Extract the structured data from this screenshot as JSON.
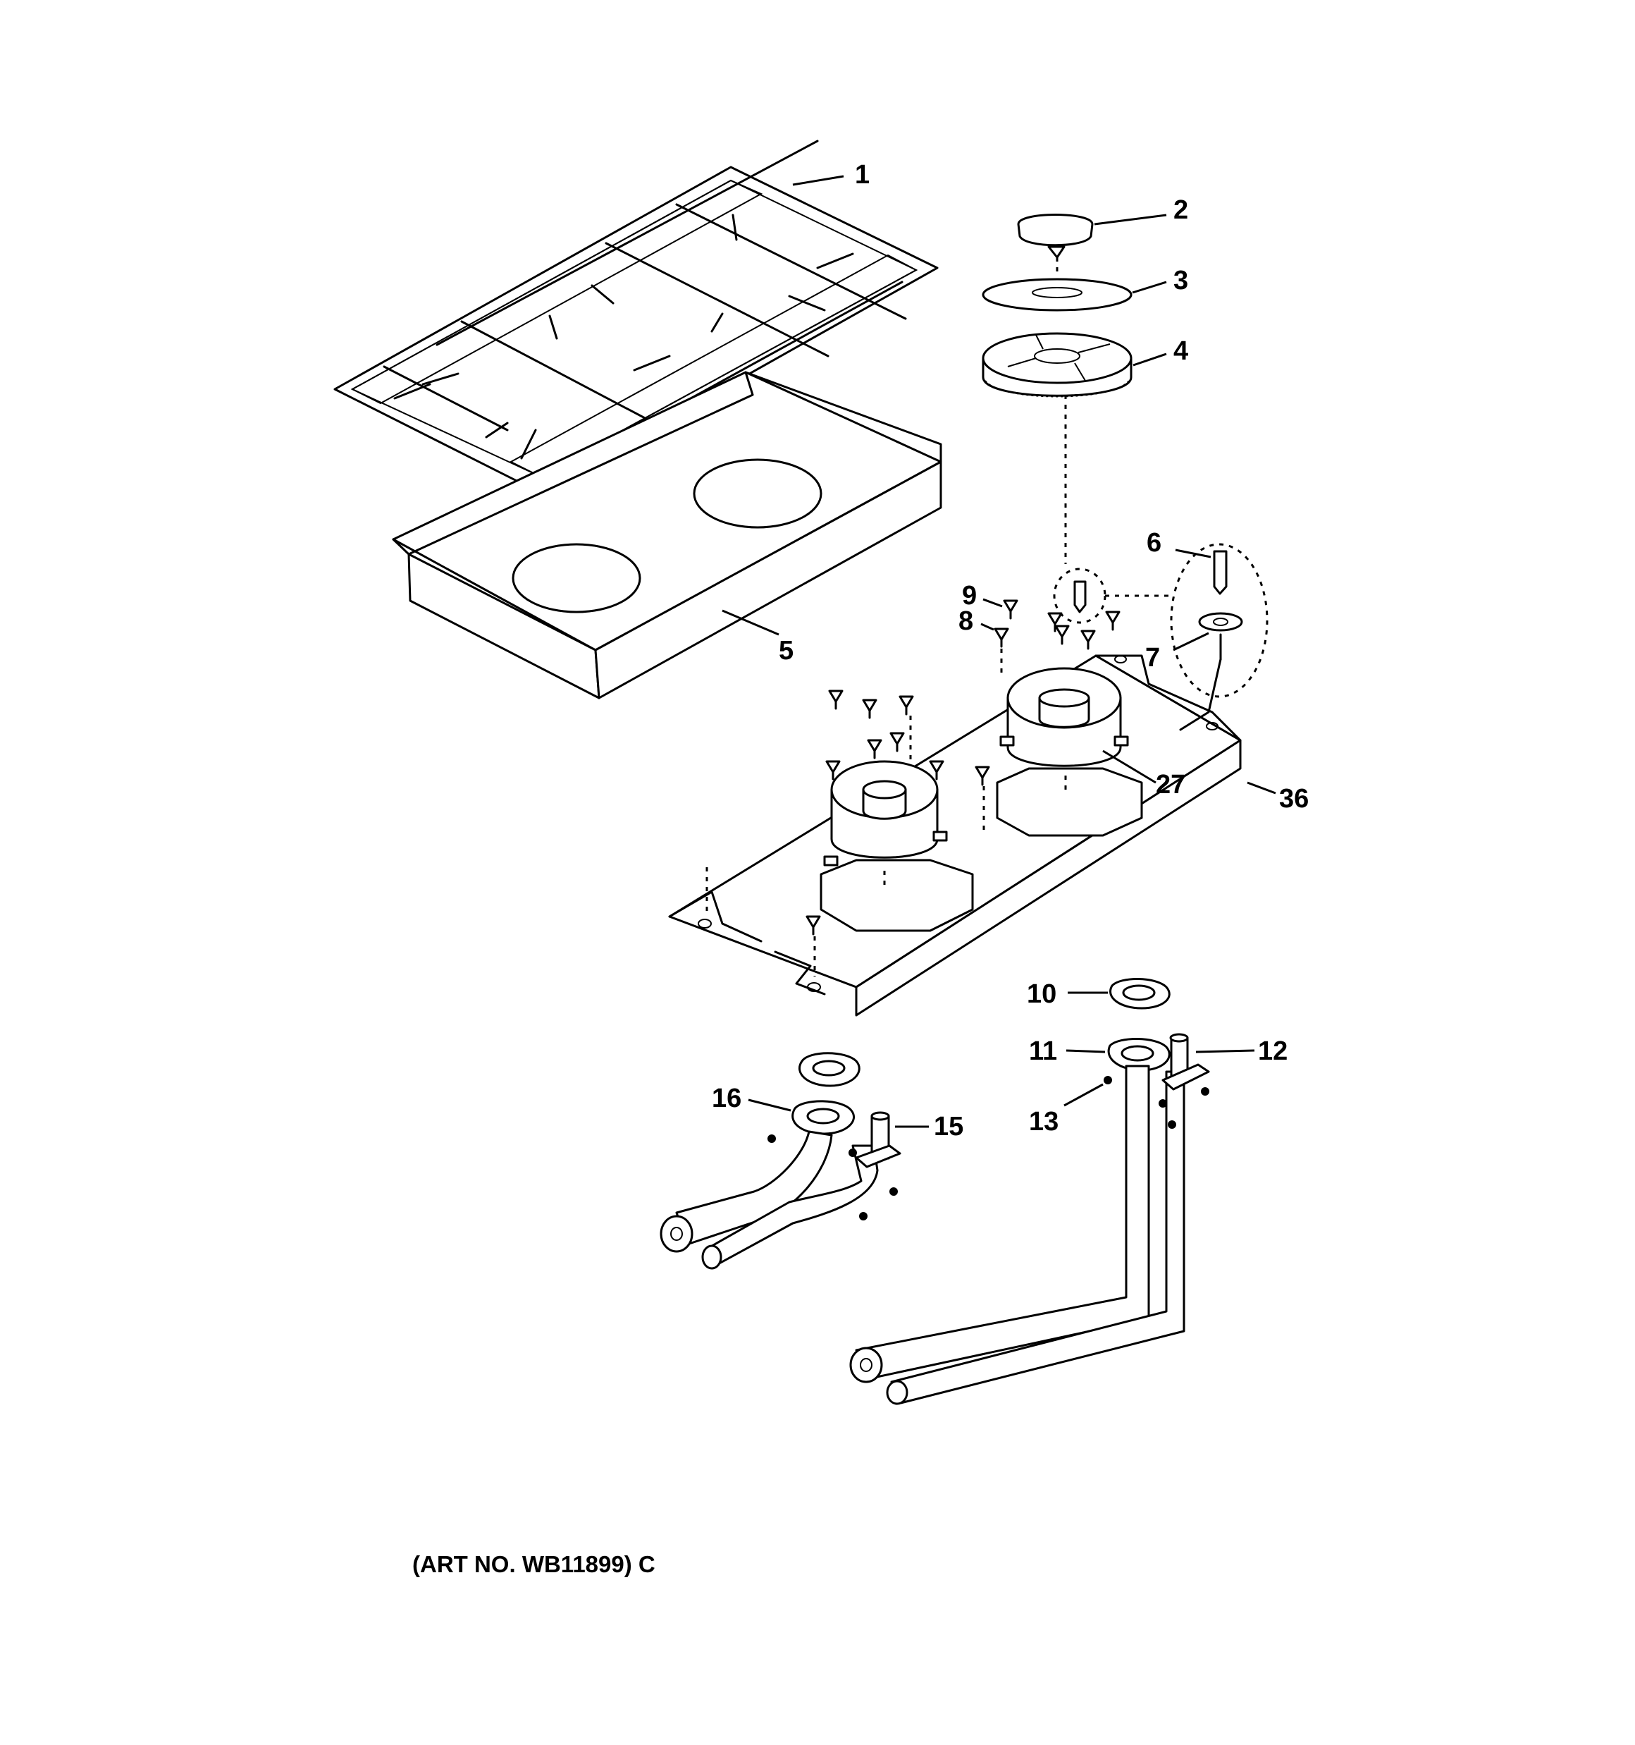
{
  "diagram": {
    "callouts": {
      "c1": "1",
      "c2": "2",
      "c3": "3",
      "c4": "4",
      "c5": "5",
      "c6": "6",
      "c7": "7",
      "c8": "8",
      "c9": "9",
      "c10": "10",
      "c11": "11",
      "c12": "12",
      "c13": "13",
      "c15": "15",
      "c16": "16",
      "c27": "27",
      "c36": "36"
    },
    "art_number": "(ART NO. WB11899) C"
  },
  "colors": {
    "line": "#000000",
    "background": "#ffffff"
  }
}
